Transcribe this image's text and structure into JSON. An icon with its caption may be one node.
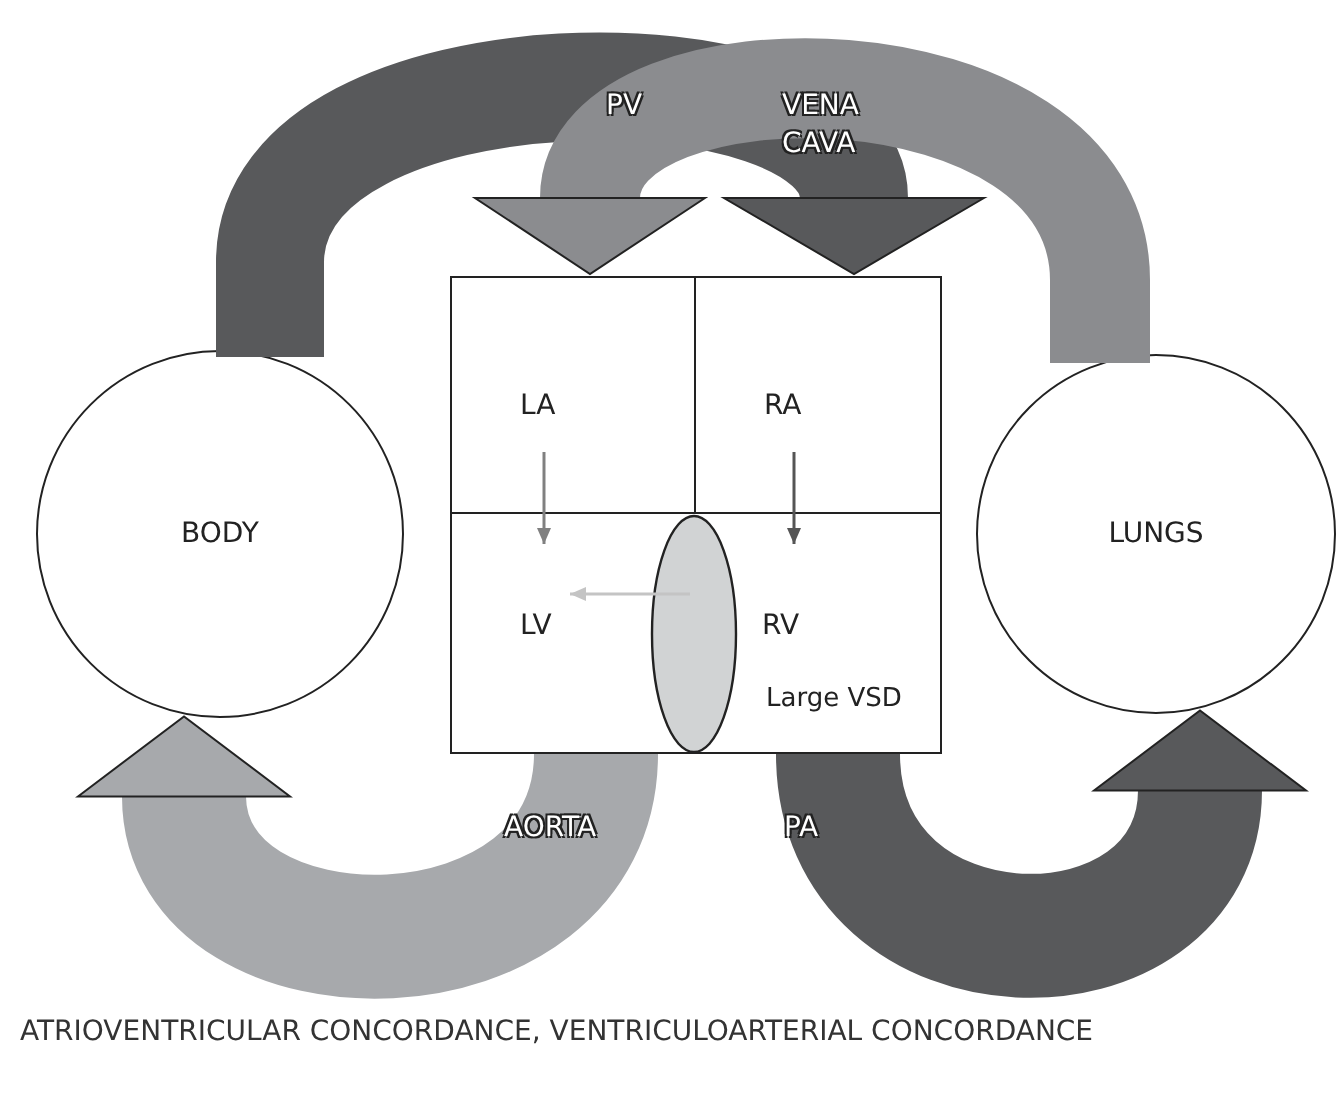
{
  "diagram": {
    "caption": "ATRIOVENTRICULAR CONCORDANCE, VENTRICULOARTERIAL CONCORDANCE",
    "nodes": [
      {
        "text": [
          "BODY"
        ]
      },
      {
        "text": [
          "LUNGS"
        ]
      },
      {
        "text": [
          "LA"
        ]
      },
      {
        "text": [
          "RA"
        ]
      },
      {
        "text": [
          "LV"
        ]
      },
      {
        "text": [
          "RV"
        ]
      },
      {
        "text": [],
        "shape": "ellipse"
      }
    ],
    "edges": [
      {
        "from": 0,
        "to": 3,
        "arrow": "to",
        "label": "VENA CAVA",
        "color": "#58595b"
      },
      {
        "from": 1,
        "to": 2,
        "arrow": "to",
        "label": "PV",
        "color": "#8b8c8f"
      },
      {
        "from": 4,
        "to": 0,
        "arrow": "to",
        "label": "AORTA",
        "color": "#a7a9ac"
      },
      {
        "from": 5,
        "to": 1,
        "arrow": "to",
        "label": "PA",
        "color": "#58595b"
      },
      {
        "from": 2,
        "to": 4,
        "arrow": "to",
        "color": "#808080"
      },
      {
        "from": 3,
        "to": 5,
        "arrow": "to",
        "color": "#555555"
      },
      {
        "from": 6,
        "to": 4,
        "arrow": "to",
        "color": "#c4c4c4"
      }
    ],
    "labels": [
      "Large VSD"
    ]
  }
}
